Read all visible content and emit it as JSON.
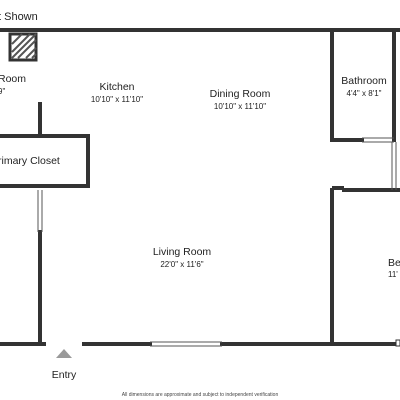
{
  "header": {
    "text": "t Shown"
  },
  "rooms": {
    "left_room": {
      "name": "Room",
      "dims": "9\""
    },
    "kitchen": {
      "name": "Kitchen",
      "dims": "10'10\" x 11'10\""
    },
    "dining_room": {
      "name": "Dining Room",
      "dims": "10'10\" x 11'10\""
    },
    "bathroom": {
      "name": "Bathroom",
      "dims": "4'4\" x 8'1\""
    },
    "primary_closet": {
      "name": "rimary Closet"
    },
    "living_room": {
      "name": "Living Room",
      "dims": "22'0\" x 11'6\""
    },
    "bedroom": {
      "name": "Be",
      "dims": "11'"
    }
  },
  "entry": {
    "label": "Entry"
  },
  "footer": {
    "note": "All dimensions are approximate and subject to independent verification"
  },
  "colors": {
    "wall": "#333333",
    "background": "#ffffff",
    "marker": "#999999",
    "chimney_fill": "#555555"
  }
}
